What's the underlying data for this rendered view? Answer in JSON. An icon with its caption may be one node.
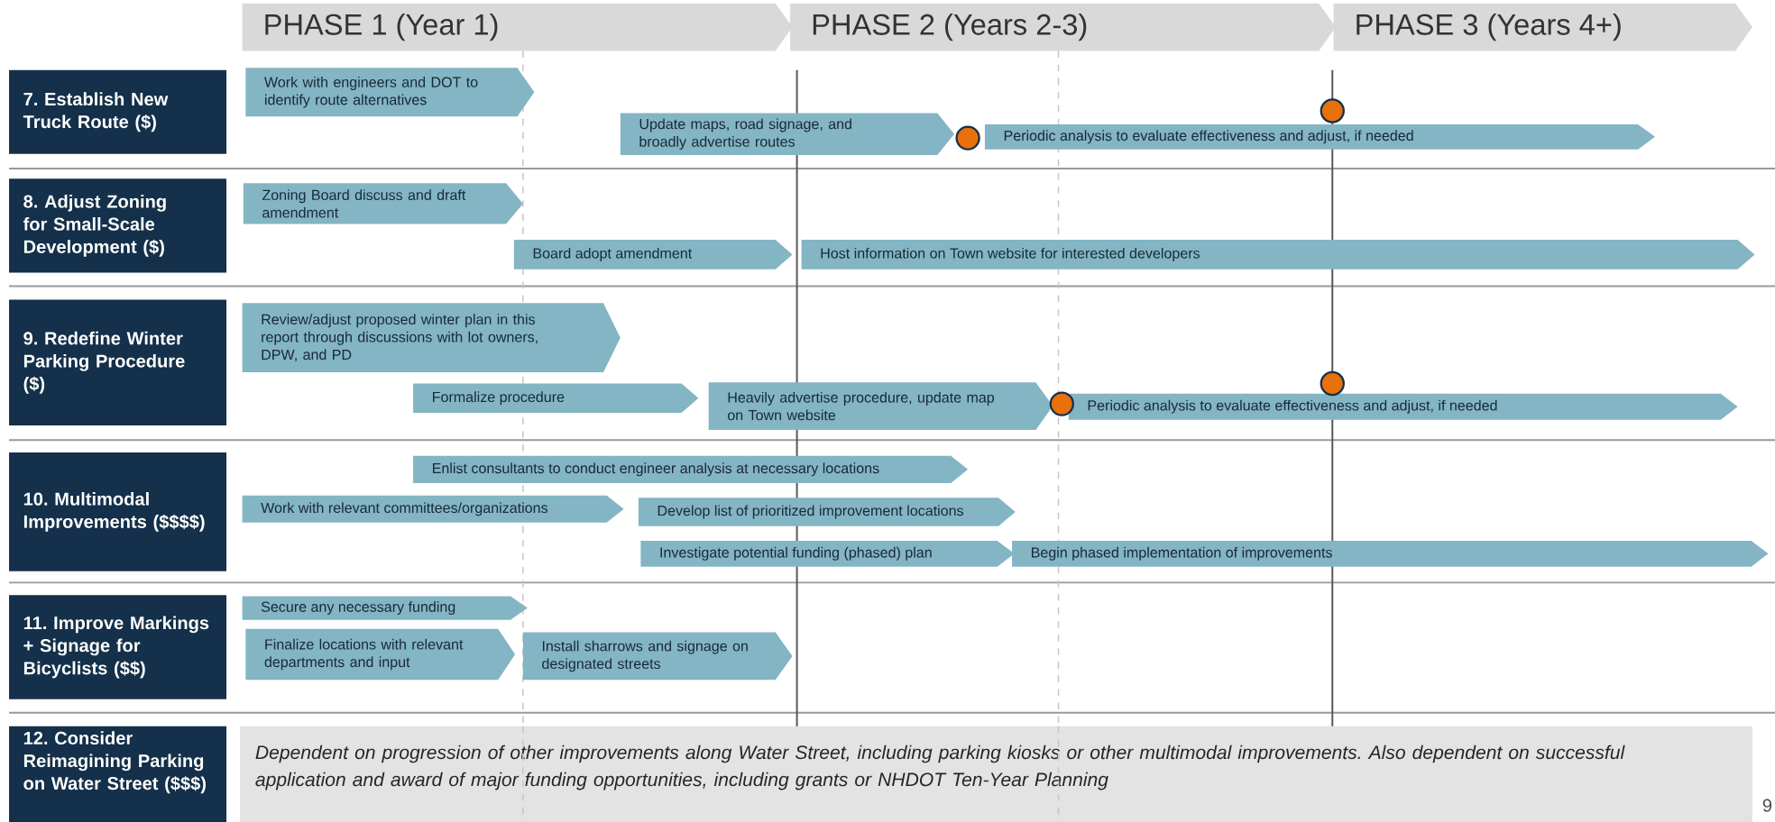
{
  "diagram": {
    "nodes": [
      {
        "text": [
          "PHASE 1 (Year 1)"
        ]
      },
      {
        "text": [
          "PHASE 2 (Years 2-3)"
        ]
      },
      {
        "text": [
          "PHASE 3 (Years 4+)"
        ]
      },
      {
        "text": [
          "7. Establish New Truck Route ($)"
        ]
      },
      {
        "text": [
          "Work with engineers and DOT to identify route alternatives"
        ]
      },
      {
        "text": [
          "Update maps, road signage, and broadly advertise routes"
        ]
      },
      {
        "text": [],
        "shape": "circle"
      },
      {
        "text": [],
        "shape": "circle"
      },
      {
        "text": [
          "Periodic analysis to evaluate effectiveness and adjust, if needed"
        ]
      },
      {
        "text": [
          "8. Adjust Zoning for Small-Scale Development ($)"
        ]
      },
      {
        "text": [
          "Zoning Board discuss and draft amendment"
        ]
      },
      {
        "text": [
          "Board adopt amendment"
        ]
      },
      {
        "text": [
          "Host information on Town website for interested developers"
        ]
      },
      {
        "text": [
          "9. Redefine Winter Parking Procedure ($)"
        ]
      },
      {
        "text": [
          "Review/adjust proposed winter plan in this report through discussions with lot owners, DPW, and PD"
        ]
      },
      {
        "text": [
          "Formalize procedure"
        ]
      },
      {
        "text": [
          "Heavily advertise procedure, update map on Town website"
        ]
      },
      {
        "text": [],
        "shape": "circle"
      },
      {
        "text": [],
        "shape": "circle"
      },
      {
        "text": [
          "Periodic analysis to evaluate effectiveness and adjust, if needed"
        ]
      },
      {
        "text": [
          "10. Multimodal Improvements ($$$$)"
        ]
      },
      {
        "text": [
          "Enlist consultants to conduct engineer analysis at necessary locations"
        ]
      },
      {
        "text": [
          "Work with relevant committees/organizations"
        ]
      },
      {
        "text": [
          "Develop list of prioritized improvement locations"
        ]
      },
      {
        "text": [
          "Investigate potential funding (phased) plan"
        ]
      },
      {
        "text": [
          "Begin phased implementation of improvements"
        ]
      },
      {
        "text": [
          "11. Improve Markings + Signage for Bicyclists ($$)"
        ]
      },
      {
        "text": [
          "Secure any necessary funding"
        ]
      },
      {
        "text": [
          "Finalize locations with relevant departments and input"
        ]
      },
      {
        "text": [
          "Install sharrows and signage on designated streets"
        ]
      },
      {
        "text": [
          "12. Consider Reimagining Parking on Water Street ($$$)"
        ]
      },
      {
        "text": [
          "Dependent on progression of other improvements along Water Street, including parking kiosks or other multimodal improvements. Also dependent on successful application and award of major funding opportunities, including grants or NHDOT Ten-Year Planning"
        ]
      }
    ],
    "labels": [
      "9"
    ]
  }
}
